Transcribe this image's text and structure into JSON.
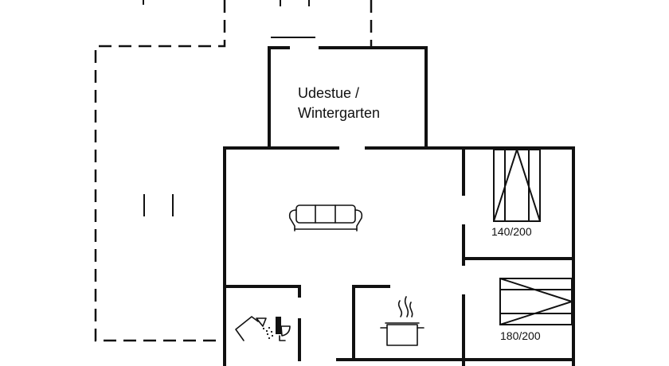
{
  "rooms": {
    "sunroom": {
      "line1": "Udestue /",
      "line2": "Wintergarten"
    }
  },
  "beds": {
    "bed1_size": "140/200",
    "bed2_size": "180/200"
  },
  "icons": {
    "sofa": "sofa-icon",
    "stove": "cooking-pot-icon",
    "shower": "shower-icon",
    "toilet": "toilet-icon"
  }
}
